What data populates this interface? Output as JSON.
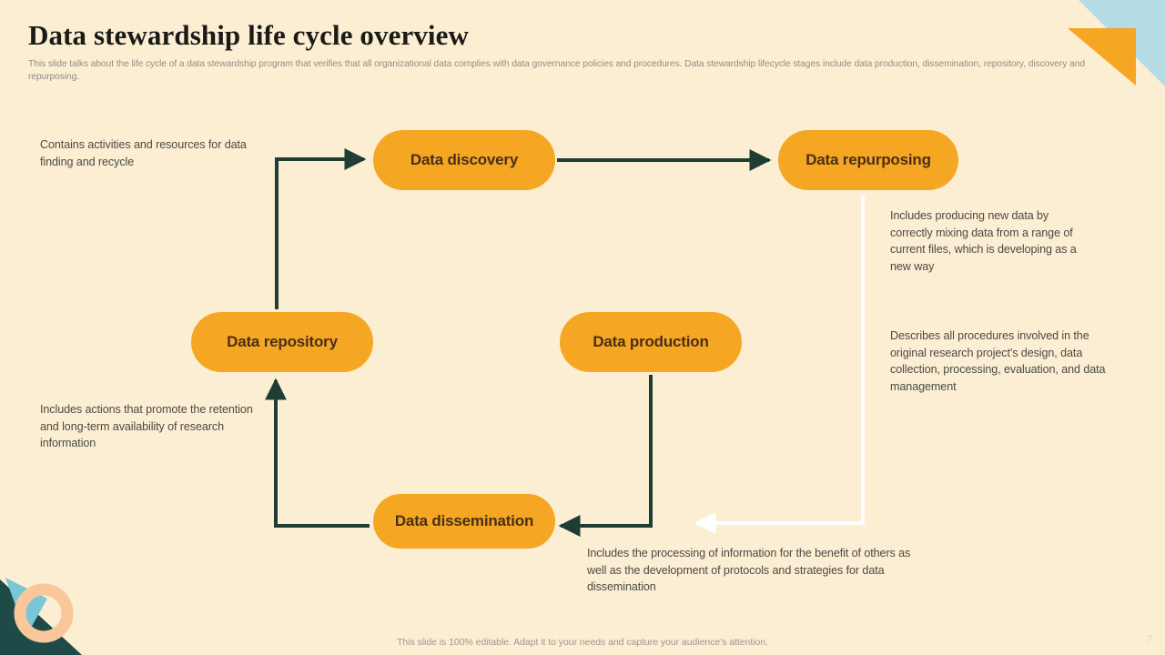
{
  "slide": {
    "title": "Data stewardship life cycle overview",
    "subtitle": "This slide talks about the life cycle of a data stewardship program that verifies that all organizational data complies with data governance policies and procedures. Data stewardship lifecycle stages include data production, dissemination, repository, discovery and repurposing.",
    "page_number": "7",
    "footer_note": "This slide is 100% editable. Adapt it to your needs and capture your audience's attention.",
    "background_color": "#fceed2"
  },
  "theme": {
    "node_fill": "#f5a623",
    "node_text": "#4a2f15",
    "connector_dark": "#1e3d34",
    "connector_light": "#ffffff",
    "accent_blue": "#b5dce6",
    "accent_orange": "#f5a623",
    "accent_peach": "#f9c79a",
    "accent_dark_green": "#1e4b47",
    "title_color": "#1a1a17",
    "subtitle_color": "#8f8f8a",
    "annotation_color": "#4a4a45"
  },
  "diagram": {
    "nodes": [
      {
        "id": "discovery",
        "label": "Data discovery"
      },
      {
        "id": "repurposing",
        "label": "Data repurposing"
      },
      {
        "id": "repository",
        "label": "Data repository"
      },
      {
        "id": "production",
        "label": "Data production"
      },
      {
        "id": "dissemination",
        "label": "Data dissemination"
      }
    ],
    "annotations": [
      {
        "id": "discovery",
        "text": "Contains activities and resources for data finding and recycle"
      },
      {
        "id": "repurposing",
        "text": "Includes producing new data by correctly mixing data from a range of current files, which is developing as a new way"
      },
      {
        "id": "production",
        "text": "Describes all procedures involved in the original research project's design, data collection, processing, evaluation, and data management"
      },
      {
        "id": "repository",
        "text": "Includes actions that promote the retention and long-term availability of research information"
      },
      {
        "id": "dissemination",
        "text": "Includes the processing of information for the benefit of others as well as the development of protocols and strategies for data dissemination"
      }
    ],
    "connectors": [
      {
        "id": "repository-to-discovery",
        "from": "repository",
        "to": "discovery",
        "color": "#1e3d34"
      },
      {
        "id": "discovery-to-repurposing",
        "from": "discovery",
        "to": "repurposing",
        "color": "#1e3d34"
      },
      {
        "id": "repurposing-to-dissemination",
        "from": "repurposing",
        "to": "dissemination",
        "color": "#ffffff"
      },
      {
        "id": "production-to-dissemination",
        "from": "production",
        "to": "dissemination",
        "color": "#1e3d34"
      },
      {
        "id": "dissemination-to-repository",
        "from": "dissemination",
        "to": "repository",
        "color": "#1e3d34"
      }
    ]
  }
}
